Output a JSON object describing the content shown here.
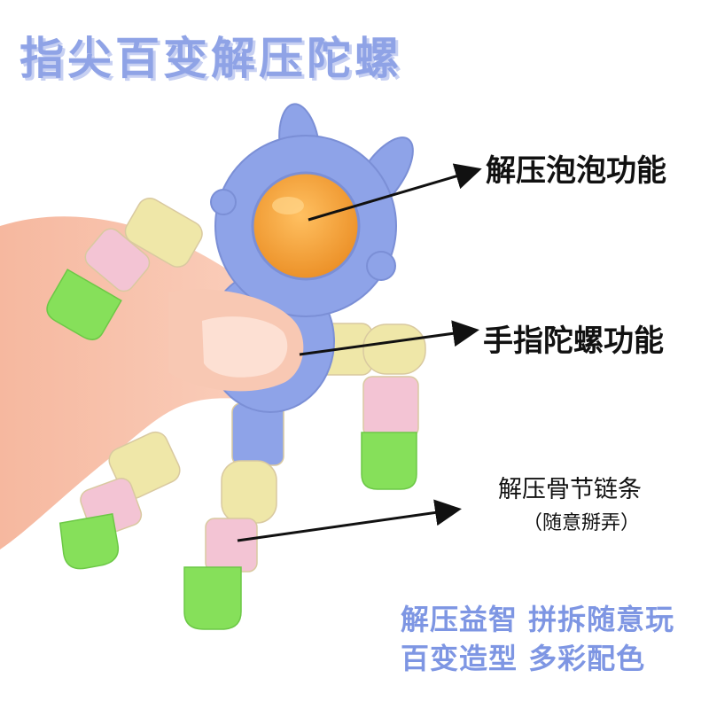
{
  "title": "指尖百变解压陀螺",
  "features": {
    "bubble": "解压泡泡功能",
    "spinner": "手指陀螺功能",
    "chain": "解压骨节链条",
    "chain_note": "（随意掰弄）"
  },
  "taglines": [
    "解压益智 拼拆随意玩",
    "百变造型 多彩配色"
  ],
  "colors": {
    "title": "#8fa3e6",
    "toy_body": "#8ea3e8",
    "bubble": "#f4a640",
    "link_yellow": "#efe7a8",
    "link_pink": "#f3c4d4",
    "link_green": "#86e05a",
    "skin": "#f7c4ad",
    "tagline": "#7e96e3"
  }
}
